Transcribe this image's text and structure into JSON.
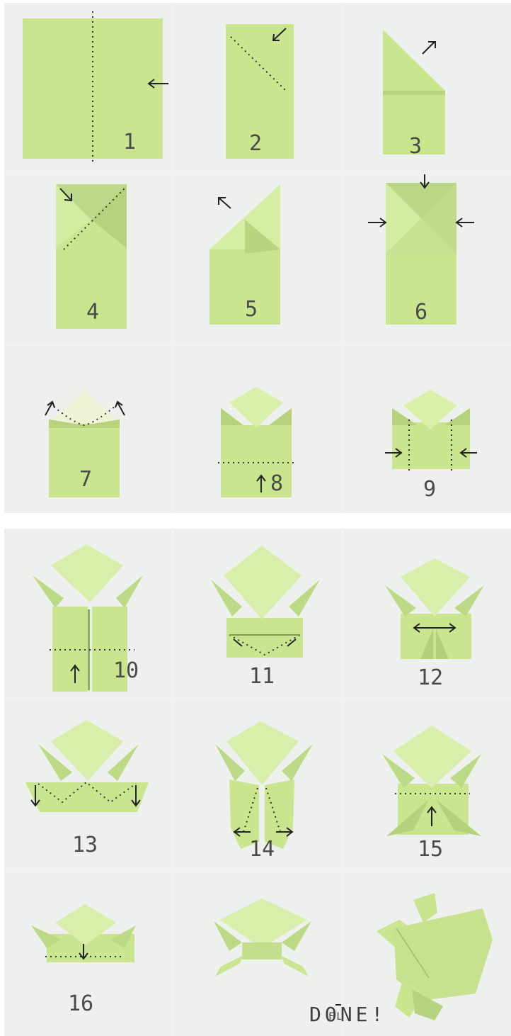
{
  "title": "",
  "steps": {
    "s1": "1",
    "s2": "2",
    "s3": "3",
    "s4": "4",
    "s5": "5",
    "s6": "6",
    "s7": "7",
    "s8": "8",
    "s9": "9",
    "s10": "10",
    "s11": "11",
    "s12": "12",
    "s13": "13",
    "s14": "14",
    "s15": "15",
    "s16": "16"
  },
  "flip_label": "FLIP",
  "done_label": "DONE!",
  "colors": {
    "paper": "#c9e58e",
    "paper_light": "#e6f3c4",
    "paper_dark": "#a9c86a",
    "background": "#eef0ee",
    "text": "#4a4a4a"
  }
}
